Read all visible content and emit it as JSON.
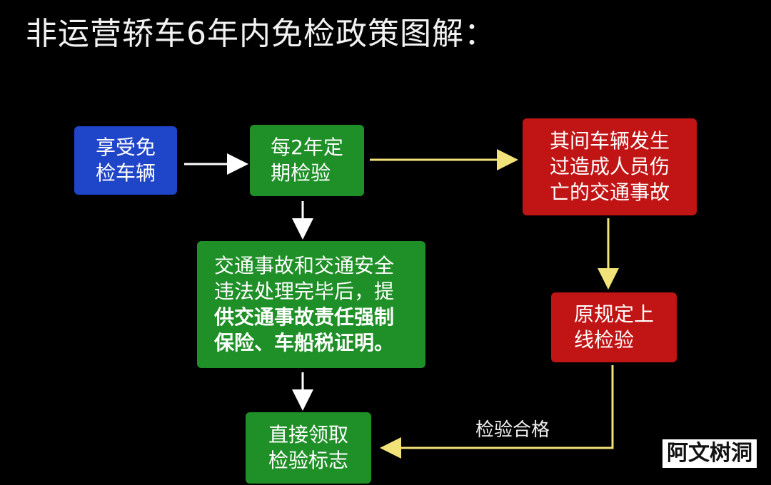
{
  "title": "非运营轿车6年内免检政策图解：",
  "boxes": {
    "exempt": "享受免\n检车辆",
    "biennial": "每2年定\n期检验",
    "accident": "其间车辆发生\n过造成人员伤\n亡的交通事故",
    "settle_line1": "交通事故和交通安全",
    "settle_line2": "违法处理完毕后，提",
    "settle_line3": "供交通事故责任强制",
    "settle_line4": "保险、车船税证明。",
    "original": "原规定上\n线检验",
    "sticker": "直接领取\n检验标志"
  },
  "labels": {
    "pass": "检验合格"
  },
  "watermark": "阿文树洞",
  "colors": {
    "blue": "#1f45c8",
    "green": "#1f8f27",
    "red": "#c11414",
    "white_arrow": "#ffffff",
    "yellow_arrow": "#f2e27a"
  }
}
